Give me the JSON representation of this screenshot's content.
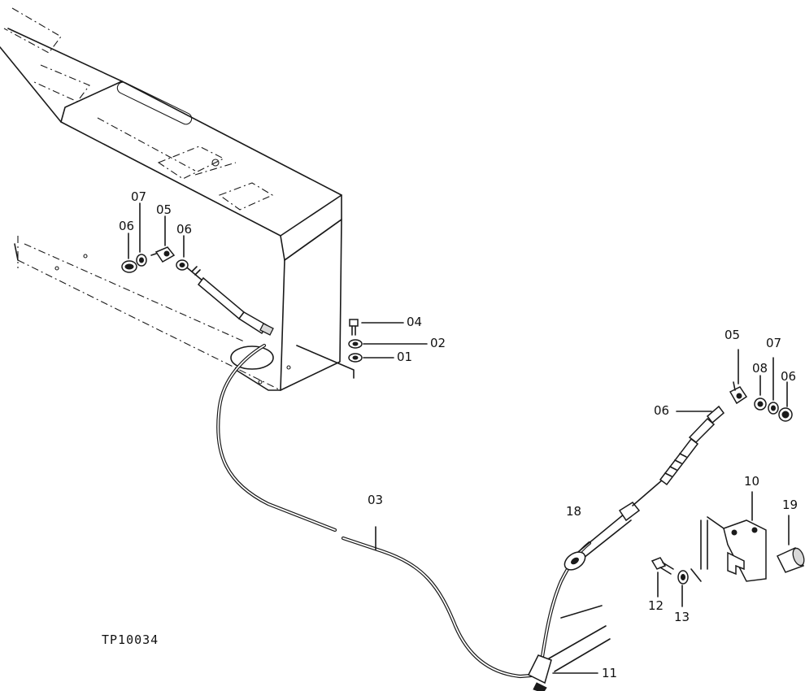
{
  "figure_id": "TP10034",
  "callouts": {
    "top_07": "07",
    "top_05": "05",
    "top_06a": "06",
    "top_06b": "06",
    "c04": "04",
    "c02": "02",
    "c01": "01",
    "r05": "05",
    "r07": "07",
    "r08": "08",
    "r06a": "06",
    "r06b": "06",
    "c03": "03",
    "c18": "18",
    "c10": "10",
    "c19": "19",
    "c12": "12",
    "c13": "13",
    "c11": "11"
  }
}
